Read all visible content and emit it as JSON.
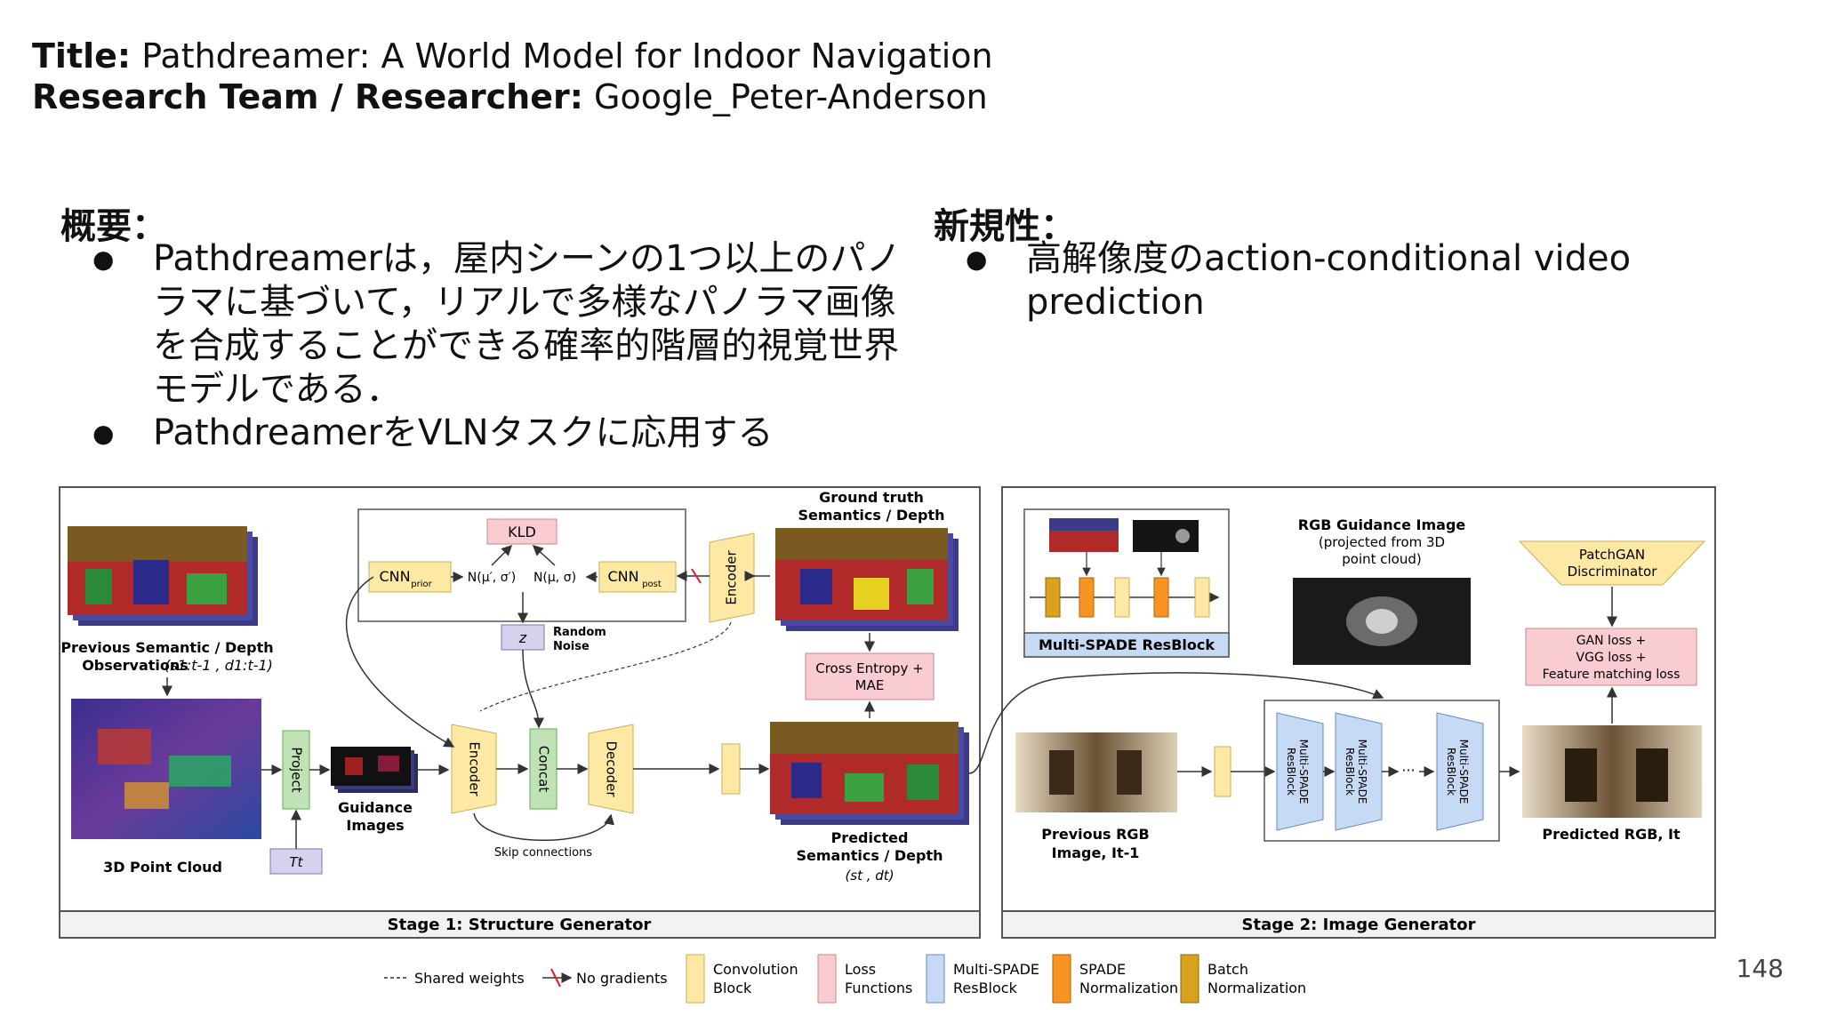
{
  "header": {
    "title_label": "Title:",
    "title_value": "Pathdreamer: A World Model for Indoor Navigation",
    "team_label": "Research Team / Researcher:",
    "team_value": "Google_Peter-Anderson"
  },
  "overview": {
    "heading": "概要：",
    "items": [
      "Pathdreamerは，屋内シーンの1つ以上のパノラマに基づいて，リアルで多様なパノラマ画像を合成することができる確率的階層的視覚世界モデルである．",
      "PathdreamerをVLNタスクに応用する"
    ]
  },
  "novelty": {
    "heading": "新規性：",
    "items": [
      "高解像度のaction-conditional video prediction"
    ]
  },
  "page_number": "148",
  "diagram": {
    "stage1": {
      "footer": "Stage 1: Structure Generator",
      "prev_obs_label_1": "Previous Semantic / Depth",
      "prev_obs_label_2": "Observations",
      "prev_obs_math": "(s1:t-1 , d1:t-1)",
      "point_cloud_label": "3D Point Cloud",
      "project_label": "Project",
      "t_label": "Tt",
      "guidance_label_1": "Guidance",
      "guidance_label_2": "Images",
      "kld_label": "KLD",
      "cnn_prior_label": "CNN",
      "cnn_prior_sub": "prior",
      "cnn_post_label": "CNN",
      "cnn_post_sub": "post",
      "n_prior": "N(μ′, σ′)",
      "n_post": "N(μ, σ)",
      "z_label": "z",
      "random_noise_1": "Random",
      "random_noise_2": "Noise",
      "encoder_label": "Encoder",
      "concat_label": "Concat",
      "decoder_label": "Decoder",
      "encoder_top_label": "Encoder",
      "gt_label_1": "Ground truth",
      "gt_label_2": "Semantics / Depth",
      "loss_label_1": "Cross Entropy +",
      "loss_label_2": "MAE",
      "skip_label": "Skip connections",
      "pred_label_1": "Predicted",
      "pred_label_2": "Semantics / Depth",
      "pred_math": "(st , dt)"
    },
    "stage2": {
      "footer": "Stage 2: Image Generator",
      "multispade_label": "Multi-SPADE ResBlock",
      "rgb_guidance_1": "RGB Guidance Image",
      "rgb_guidance_2": "(projected from 3D",
      "rgb_guidance_3": "point cloud)",
      "patchgan_1": "PatchGAN",
      "patchgan_2": "Discriminator",
      "gan_loss_1": "GAN loss +",
      "gan_loss_2": "VGG loss +",
      "gan_loss_3": "Feature matching loss",
      "block_label_1": "Multi-SPADE",
      "block_label_2": "ResBlock",
      "dots": "···",
      "prev_rgb_1": "Previous RGB",
      "prev_rgb_2": "Image, It-1",
      "pred_rgb": "Predicted RGB, It"
    },
    "legend": {
      "shared": "Shared weights",
      "nograd": "No gradients",
      "conv_1": "Convolution",
      "conv_2": "Block",
      "loss_1": "Loss",
      "loss_2": "Functions",
      "ms_1": "Multi-SPADE",
      "ms_2": "ResBlock",
      "spade_1": "SPADE",
      "spade_2": "Normalization",
      "bn_1": "Batch",
      "bn_2": "Normalization"
    },
    "colors": {
      "conv": "#fde9a4",
      "loss": "#f8ccd2",
      "multispade": "#c6d9f5",
      "spade": "#f79422",
      "batchnorm": "#d9a21c",
      "concat": "#bfe3b4",
      "z": "#d6d2ee"
    }
  }
}
